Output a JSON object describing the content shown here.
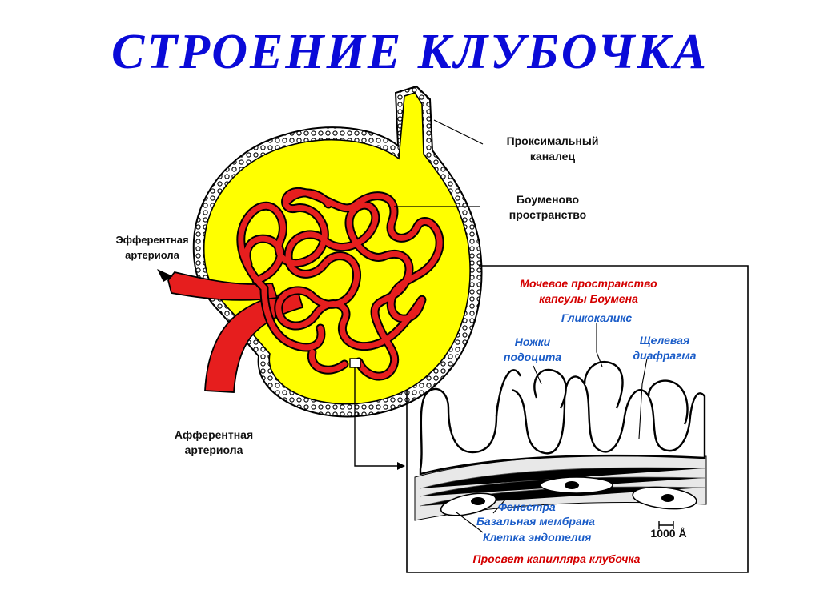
{
  "title": "СТРОЕНИЕ  КЛУБОЧКА",
  "colors": {
    "title": "#0a0ad8",
    "capsule": "#ffff00",
    "vessel": "#e61e1e",
    "red_label": "#d40000",
    "blue_label": "#1a5cc8"
  },
  "labels": {
    "proximal_1": "Проксимальный",
    "proximal_2": "каналец",
    "bowman_1": "Боуменово",
    "bowman_2": "пространство",
    "efferent_1": "Эфферентная",
    "efferent_2": "артериола",
    "afferent_1": "Афферентная",
    "afferent_2": "артериола"
  },
  "inset": {
    "urinary_1": "Мочевое пространство",
    "urinary_2": "капсулы Боумена",
    "glycocalyx": "Гликокаликс",
    "podocyte_1": "Ножки",
    "podocyte_2": "подоцита",
    "slit_1": "Щелевая",
    "slit_2": "диафрагма",
    "fenestra": "Фенестра",
    "basal": "Базальная мембрана",
    "endothelial": "Клетка эндотелия",
    "scale": "1000 Å",
    "lumen": "Просвет  капилляра  клубочка"
  }
}
